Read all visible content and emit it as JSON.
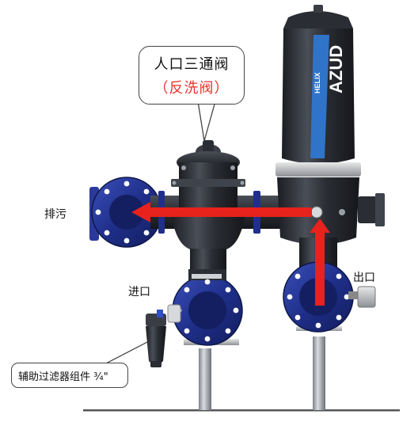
{
  "callout_top": {
    "line1": "人口三通阀",
    "line2": "（反洗阀）",
    "line2_color": "#e8322c"
  },
  "labels": {
    "drain": "排污",
    "inlet": "进口",
    "outlet": "出口",
    "aux_filter": "辅助过滤器组件 ¾\""
  },
  "filter_brand": "AZUD",
  "filter_model": "HELIX",
  "colors": {
    "body_dark": "#2a2d33",
    "flange_blue": "#1f2f8a",
    "stripe_blue": "#2f74c8",
    "arrow_red": "#e8221c"
  }
}
